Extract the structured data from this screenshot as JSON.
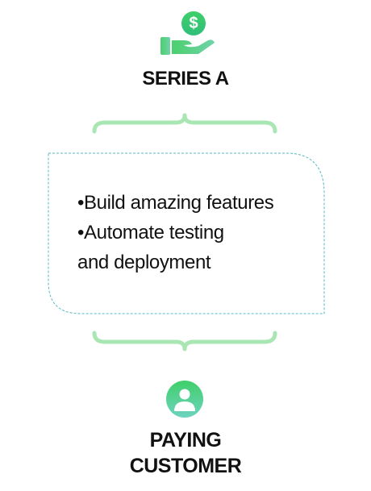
{
  "top_stage": {
    "icon": "money-hand-icon",
    "icon_glyph": "$",
    "title": "SERIES A"
  },
  "card": {
    "bullet": "•",
    "items": [
      "Build amazing features",
      "Automate testing",
      "and deployment"
    ]
  },
  "bottom_stage": {
    "icon": "user-avatar-icon",
    "title_line1": "PAYING",
    "title_line2": "CUSTOMER"
  },
  "colors": {
    "icon_green": "#4ccf6e",
    "icon_teal": "#6fd3a8",
    "brace_green": "#a8e6b4",
    "card_border": "#57b9c2",
    "text": "#111111"
  }
}
